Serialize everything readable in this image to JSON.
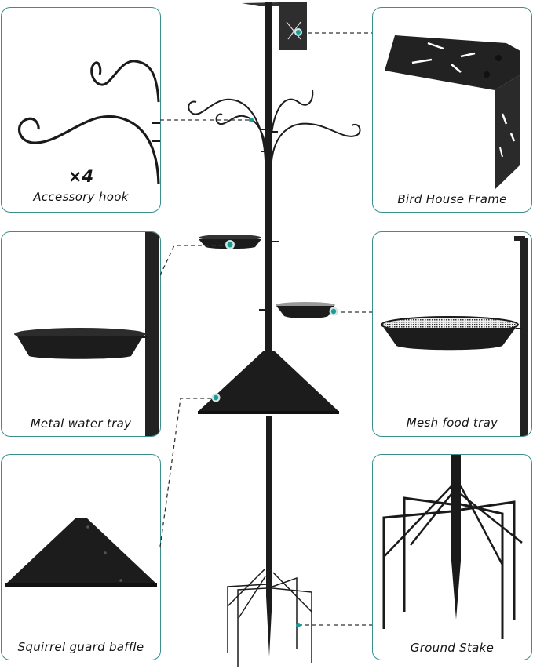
{
  "colors": {
    "frame_border": "#3a8f8d",
    "marker": "#1e9a94",
    "marker_ring": "#cfe6e6",
    "metal": "#1a1a1a",
    "leader_line": "#333333"
  },
  "panels": [
    {
      "id": "accessory-hook",
      "quantity": "×4",
      "label": "Accessory hook",
      "icon": "hook-icon"
    },
    {
      "id": "bird-house-frame",
      "label": "Bird House Frame",
      "icon": "bracket-icon"
    },
    {
      "id": "metal-water-tray",
      "label": "Metal water tray",
      "icon": "water-tray-icon"
    },
    {
      "id": "mesh-food-tray",
      "label": "Mesh food tray",
      "icon": "mesh-tray-icon"
    },
    {
      "id": "squirrel-guard-baffle",
      "label": "Squirrel guard baffle",
      "icon": "baffle-icon"
    },
    {
      "id": "ground-stake",
      "label": "Ground Stake",
      "icon": "stake-icon"
    }
  ],
  "center_product": {
    "name": "bird-feeder-pole",
    "markers": [
      "bird-house-frame",
      "accessory-hook",
      "metal-water-tray",
      "mesh-food-tray",
      "squirrel-guard-baffle",
      "ground-stake"
    ]
  }
}
